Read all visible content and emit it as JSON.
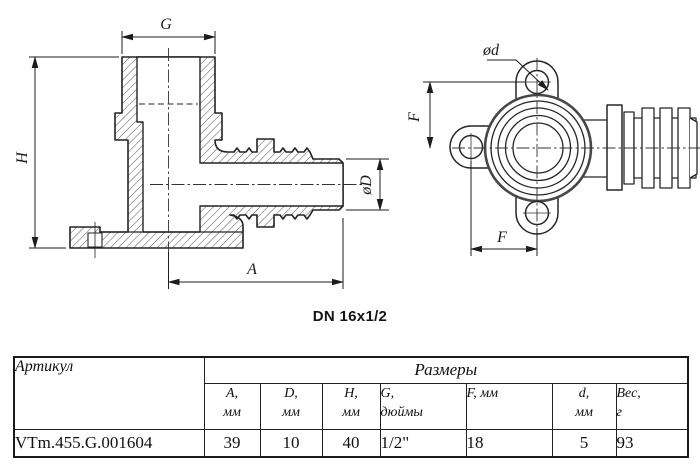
{
  "title": "DN 16x1/2",
  "colors": {
    "line": "#2a2a2a",
    "background": "#ffffff"
  },
  "drawing": {
    "left_view": {
      "dim_g": "G",
      "dim_h": "H",
      "dim_d": "øD",
      "dim_a": "A"
    },
    "right_view": {
      "dim_hole": "ød",
      "dim_f_vertical": "F",
      "dim_f_horizontal": "F"
    }
  },
  "table": {
    "article_header": "Артикул",
    "sizes_header": "Размеры",
    "columns": [
      {
        "line1": "A,",
        "line2": "мм"
      },
      {
        "line1": "D,",
        "line2": "мм"
      },
      {
        "line1": "H,",
        "line2": "мм"
      },
      {
        "line1": "G,",
        "line2": "дюймы"
      },
      {
        "line1": "F, мм",
        "line2": ""
      },
      {
        "line1": "d,",
        "line2": "мм"
      },
      {
        "line1": "Вес,",
        "line2": "г"
      }
    ],
    "row": {
      "article": "VTm.455.G.001604",
      "values": [
        "39",
        "10",
        "40",
        "1/2\"",
        "18",
        "5",
        "93"
      ]
    }
  }
}
